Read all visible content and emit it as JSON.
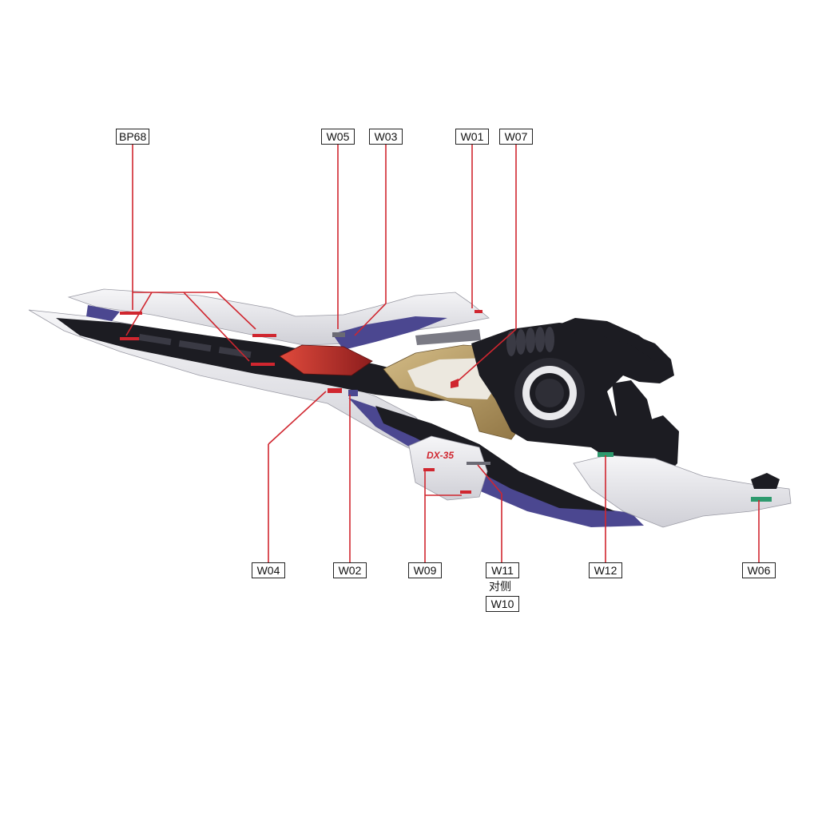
{
  "labels": {
    "bp68": "BP68",
    "w05": "W05",
    "w03": "W03",
    "w01": "W01",
    "w07": "W07",
    "w04": "W04",
    "w02": "W02",
    "w09": "W09",
    "w11": "W11",
    "w10": "W10",
    "w12": "W12",
    "w06": "W06"
  },
  "notes": {
    "opposite_side": "对侧"
  },
  "decal_print": {
    "model_code": "DX-35"
  },
  "colors": {
    "leader_line": "#d0262f",
    "armor_white": "#e9e9ec",
    "frame_black": "#1c1c22",
    "accent_purple": "#4b4790",
    "accent_gold": "#b59a62",
    "crystal_red": "#b52a2a",
    "decal_green": "#2e9a6e"
  }
}
